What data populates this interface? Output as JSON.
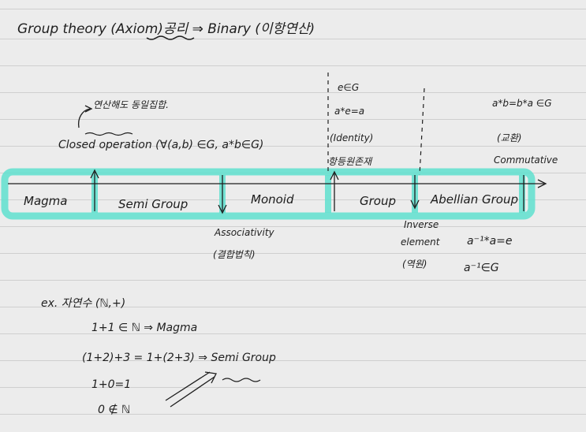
{
  "header": {
    "line": "Group theory (Axiom)공리 ⇒ Binary (이항연산)"
  },
  "top": {
    "closed_note": "연산해도 동일집합.",
    "closed_operation": "Closed operation (∀(a,b) ∈G, a*b∈G)",
    "identity_member": "e∈G",
    "identity_eq": "a*e=a",
    "identity_label": "(Identity)",
    "identity_korean": "항등원존재",
    "comm_eq": "a*b=b*a ∈G",
    "comm_korean": "(교환)",
    "comm_label": "Commutative"
  },
  "band": {
    "segments": [
      "Magma",
      "Semi Group",
      "Monoid",
      "Group",
      "Abellian Group"
    ]
  },
  "below": {
    "assoc_label": "Associativity",
    "assoc_korean": "(결합법칙)",
    "inverse_label": "Inverse",
    "inverse_label2": "element",
    "inverse_korean": "(역원)",
    "inverse_eq": "a⁻¹*a=e",
    "inverse_member": "a⁻¹∈G"
  },
  "example": {
    "title": "ex. 자연수 (ℕ,+)",
    "line1": "1+1 ∈ ℕ ⇒ Magma",
    "line2": "(1+2)+3 = 1+(2+3) ⇒ Semi Group",
    "line3": "1+0=1",
    "line4": "0 ∉ ℕ"
  },
  "colors": {
    "band": "#5fe0cf",
    "ink": "#1e1e1e",
    "paper": "#ececec"
  }
}
